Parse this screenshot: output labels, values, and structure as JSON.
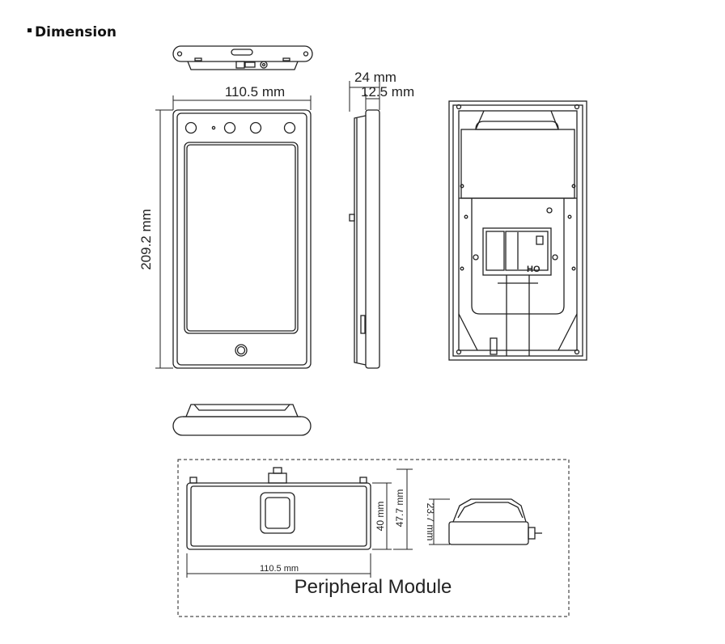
{
  "section": {
    "title": "Dimension"
  },
  "main_views": {
    "width_label": "110.5 mm",
    "height_label": "209.2 mm",
    "depth_label": "24 mm",
    "depth_inner_label": "12.5 mm",
    "rear_port_marking": "HO"
  },
  "peripheral_module": {
    "title": "Peripheral Module",
    "width_label": "110.5 mm",
    "height_label": "40 mm",
    "overall_height_label": "47.7 mm",
    "side_height_label": "23.7 mm"
  }
}
